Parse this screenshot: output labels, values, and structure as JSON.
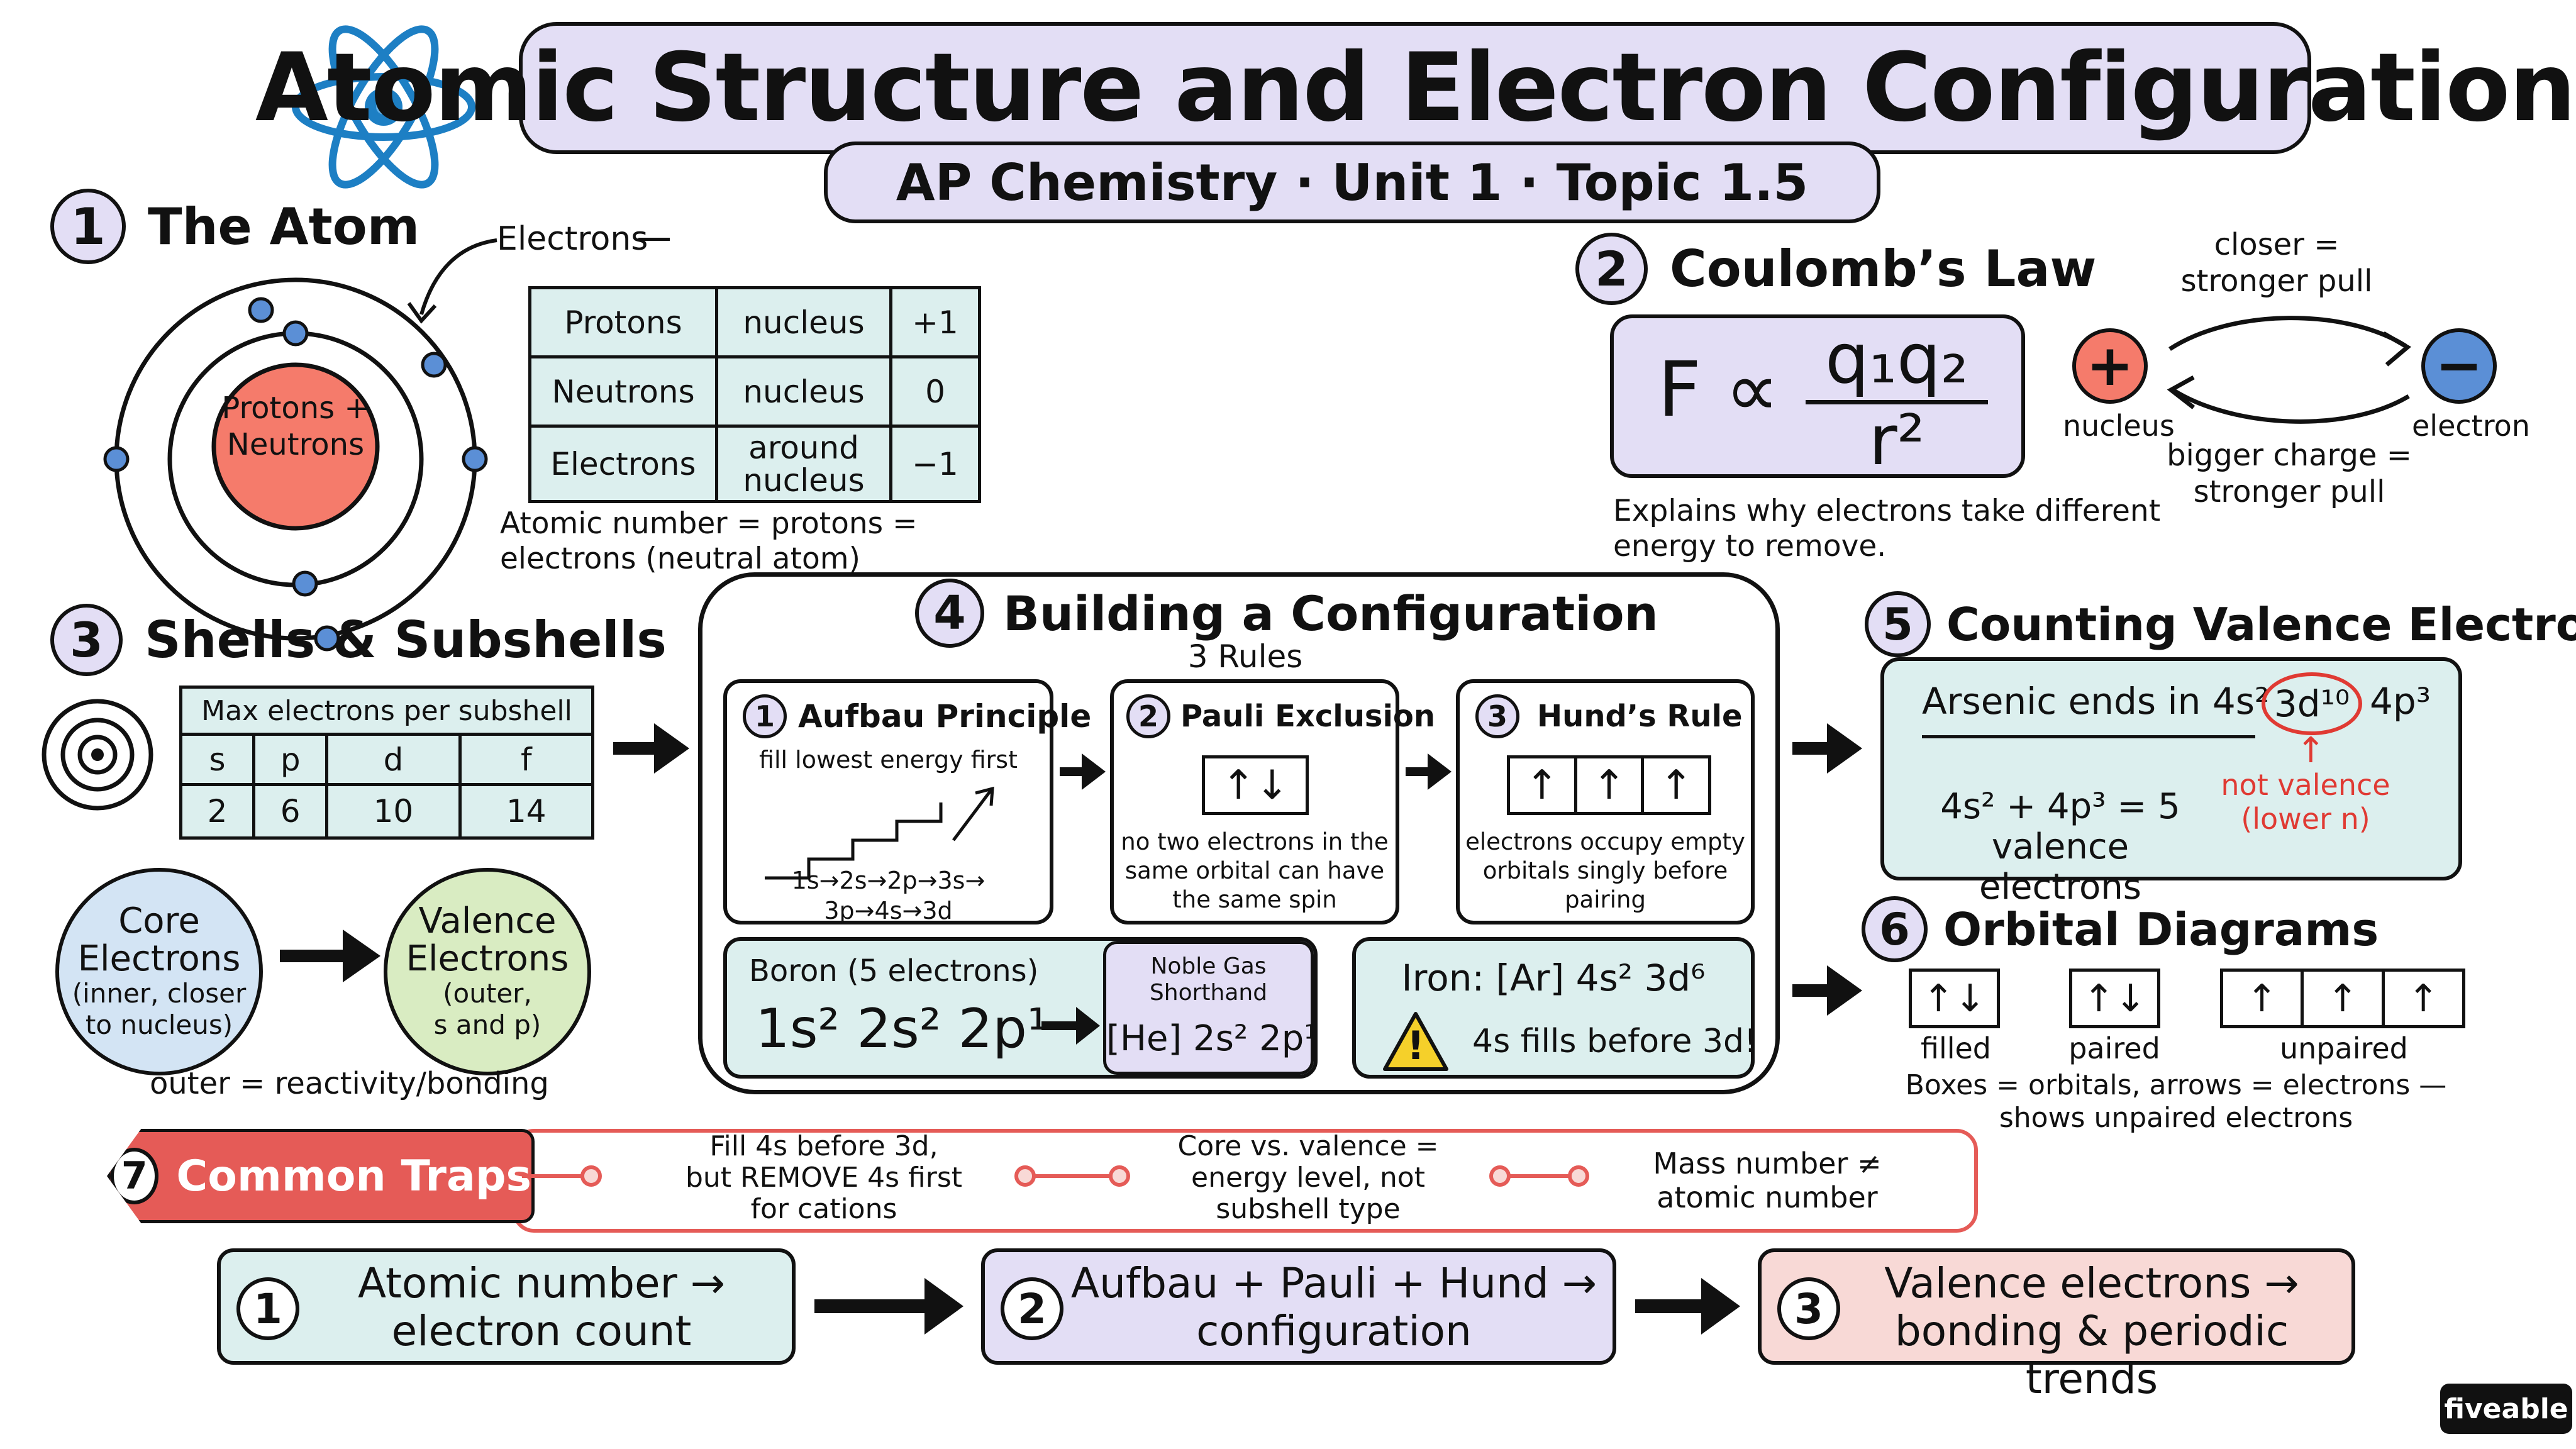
{
  "header": {
    "title": "Atomic Structure and Electron Configuration",
    "subtitle": "AP Chemistry · Unit 1 · Topic 1.5"
  },
  "s1": {
    "num": "1",
    "title": "The Atom",
    "electrons_label": "Electrons",
    "nucleus_label_1": "Protons +",
    "nucleus_label_2": "Neutrons",
    "table": [
      {
        "name": "Protons",
        "location": "nucleus",
        "charge": "+1"
      },
      {
        "name": "Neutrons",
        "location": "nucleus",
        "charge": "0"
      },
      {
        "name": "Electrons",
        "location_1": "around",
        "location_2": "nucleus",
        "charge": "−1"
      }
    ],
    "note_1": "Atomic number = protons =",
    "note_2": "electrons (neutral atom)"
  },
  "s2": {
    "num": "2",
    "title": "Coulomb’s Law",
    "formula_lhs": "F ∝",
    "numerator": "q₁q₂",
    "denominator": "r²",
    "note_1": "Explains why electrons take different",
    "note_2": "energy to remove.",
    "closer_1": "closer =",
    "closer_2": "stronger pull",
    "bigger_1": "bigger charge =",
    "bigger_2": "stronger pull",
    "nucleus": "nucleus",
    "electron": "electron",
    "plus": "+",
    "minus": "−"
  },
  "s3": {
    "num": "3",
    "title": "Shells & Subshells",
    "table_header": "Max electrons per subshell",
    "subshells": [
      "s",
      "p",
      "d",
      "f"
    ],
    "max": [
      "2",
      "6",
      "10",
      "14"
    ],
    "core_1": "Core",
    "core_2": "Electrons",
    "core_3": "(inner, closer",
    "core_4": "to nucleus)",
    "val_1": "Valence",
    "val_2": "Electrons",
    "val_3": "(outer,",
    "val_4": "s and p)",
    "note": "outer = reactivity/bonding"
  },
  "s4": {
    "num": "4",
    "title": "Building a Configuration",
    "subtitle": "3 Rules",
    "rules": [
      {
        "num": "1",
        "title": "Aufbau Principle",
        "desc": "fill lowest energy first",
        "seq_1": "1s→2s→2p→3s→",
        "seq_2": "3p→4s→3d"
      },
      {
        "num": "2",
        "title": "Pauli Exclusion",
        "box": "↑↓",
        "desc_1": "no two electrons in the",
        "desc_2": "same orbital can have",
        "desc_3": "the same spin"
      },
      {
        "num": "3",
        "title": "Hund’s Rule",
        "boxes": [
          "↑",
          "↑",
          "↑"
        ],
        "desc_1": "electrons occupy empty",
        "desc_2": "orbitals singly before",
        "desc_3": "pairing"
      }
    ],
    "boron_label": "Boron (5 electrons)",
    "boron_config": "1s² 2s² 2p¹",
    "noble_1": "Noble Gas",
    "noble_2": "Shorthand",
    "noble_config": "[He] 2s² 2p¹",
    "iron_config": "Iron: [Ar] 4s² 3d⁶",
    "iron_warning": "4s fills before 3d!",
    "warn_icon": "!"
  },
  "s5": {
    "num": "5",
    "title": "Counting Valence Electrons",
    "line_pre": "Arsenic ends in 4s²",
    "circled": "3d¹⁰",
    "line_post": "4p³",
    "sum": "4s² + 4p³ = 5",
    "sum_2": "valence electrons",
    "not_valence_1": "not valence",
    "not_valence_2": "(lower n)",
    "up_arrow": "↑"
  },
  "s6": {
    "num": "6",
    "title": "Orbital Diagrams",
    "filled_box": "↑↓",
    "paired_box": "↑↓",
    "unpaired_boxes": [
      "↑",
      "↑",
      "↑"
    ],
    "filled": "filled",
    "paired": "paired",
    "unpaired": "unpaired",
    "note_1": "Boxes = orbitals, arrows = electrons —",
    "note_2": "shows unpaired electrons"
  },
  "s7": {
    "num": "7",
    "title": "Common Traps",
    "trap1_1": "Fill 4s before 3d,",
    "trap1_2": "but REMOVE 4s first",
    "trap1_3": "for cations",
    "trap2_1": "Core vs. valence =",
    "trap2_2": "energy level, not",
    "trap2_3": "subshell type",
    "trap3_1": "Mass number ≠",
    "trap3_2": "atomic number"
  },
  "summary": [
    {
      "num": "1",
      "line1": "Atomic number →",
      "line2": "electron count"
    },
    {
      "num": "2",
      "line1": "Aufbau + Pauli + Hund →",
      "line2": "configuration"
    },
    {
      "num": "3",
      "line1": "Valence electrons →",
      "line2": "bonding & periodic trends"
    }
  ],
  "brand": "fiveable",
  "colors": {
    "lavender": "#e3def5",
    "teal": "#dcefee",
    "pink": "#f8d9d6",
    "nucleus_red": "#f57b6b",
    "electron_blue": "#5b8fd6",
    "trap_red": "#e55b57",
    "warning_yellow": "#f5d02a",
    "atom_icon_blue": "#1d7fc4"
  }
}
